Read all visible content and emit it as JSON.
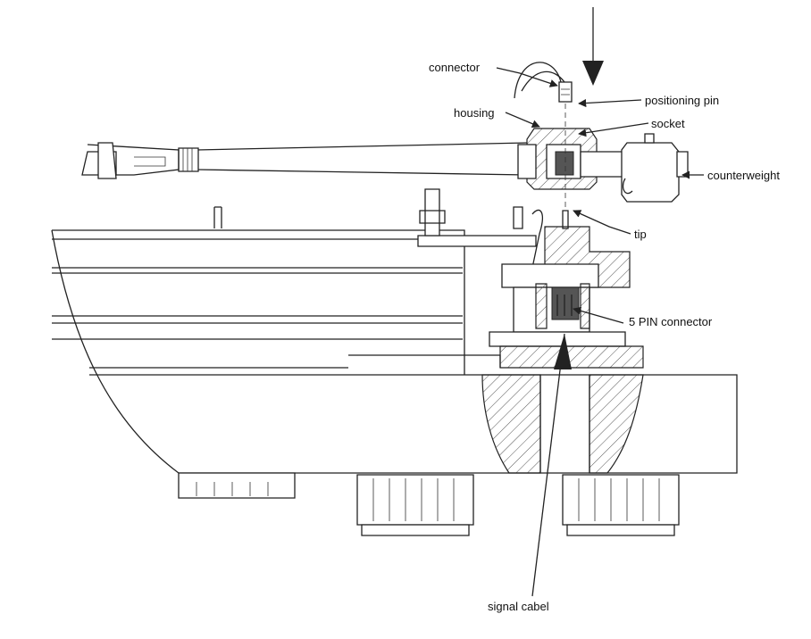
{
  "labels": {
    "connector": "connector",
    "positioning_pin": "positioning pin",
    "housing": "housing",
    "socket": "socket",
    "counterweight": "counterweight",
    "tip": "tip",
    "five_pin_connector": "5 PIN connector",
    "signal_cable": "signal cabel"
  }
}
